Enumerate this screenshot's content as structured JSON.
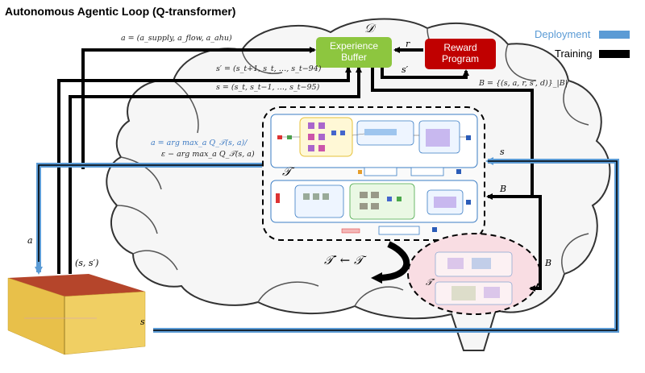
{
  "title": "Autonomous Agentic Loop (Q-transformer)",
  "legend": {
    "deployment_label": "Deployment",
    "training_label": "Training",
    "deployment_color": "#5b9bd5",
    "training_color": "#000000"
  },
  "nodes": {
    "experience_buffer": {
      "line1": "Experience",
      "line2": "Buffer",
      "color": "#8dc63f",
      "symbol": "𝒟"
    },
    "reward_program": {
      "line1": "Reward",
      "line2": "Program",
      "color": "#c00000"
    }
  },
  "labels": {
    "action_tuple": "a = (a_supply, a_flow, a_ahu)",
    "next_state_seq": "s′ = (s_t+1, s_t, …, s_t−94)",
    "state_seq": "s = (s_t, s_t−1, …, s_t−95)",
    "reward_r": "r",
    "s_prime": "s′",
    "batch": "B = {(s, a, r, s′, d)}_|B|",
    "argmax_blue": "a = arg max_a Q_𝒯(s, a)/",
    "argmax_black": "ε − arg max_a Q_𝒯(s, a)",
    "transformer_T": "𝒯",
    "target_update": "𝒯′ ← 𝒯",
    "target_T": "𝒯′",
    "s_right": "s",
    "B_right": "B",
    "B_lower": "B",
    "a_left": "a",
    "s_sprime": "(s, s′)",
    "s_bottom": "s"
  },
  "colors": {
    "brain_fill": "#f5f5f5",
    "brain_stroke": "#333333",
    "building_top": "#b5452b",
    "building_side": "#e8c04a",
    "target_fill": "#f9dde3"
  }
}
